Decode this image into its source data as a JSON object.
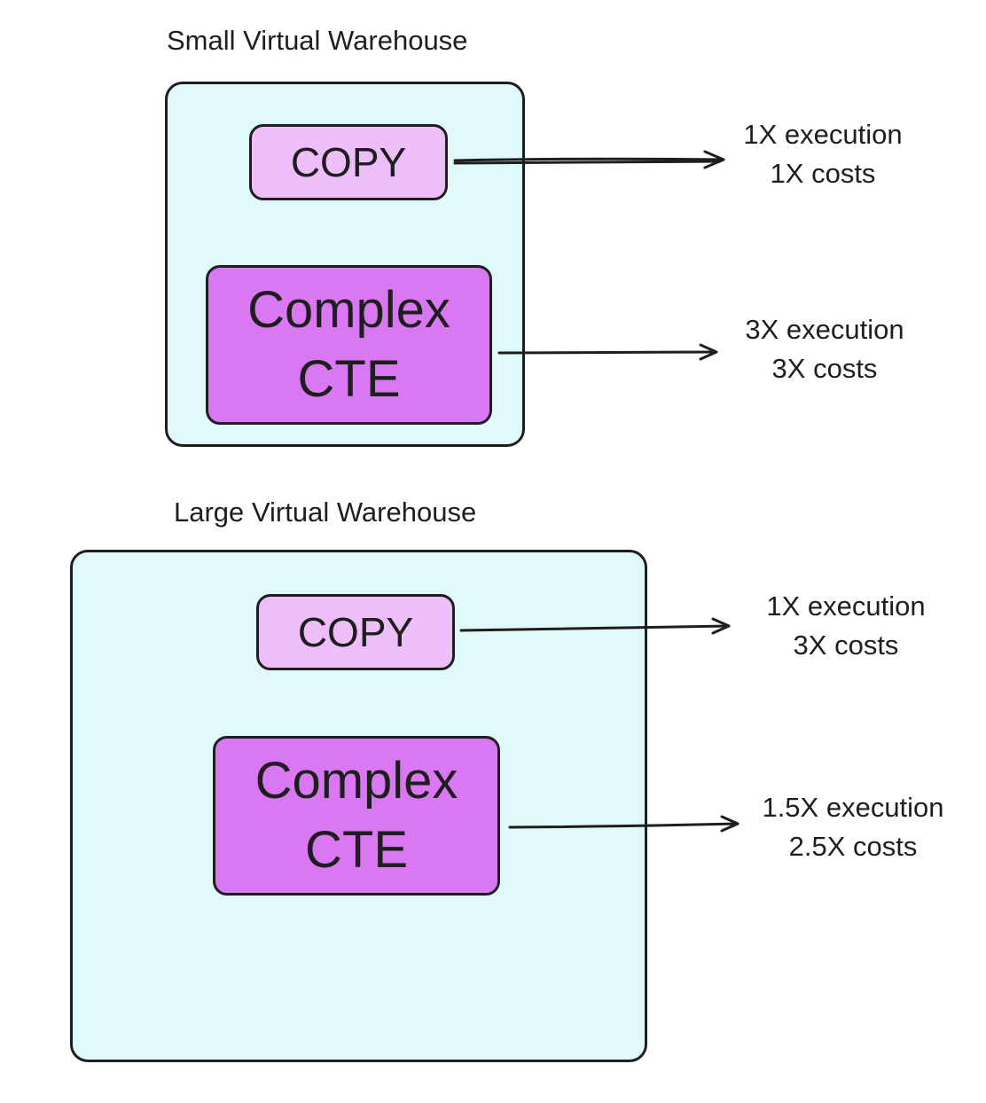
{
  "small": {
    "title": "Small Virtual Warehouse",
    "copy_label": "COPY",
    "cte_line1": "Complex",
    "cte_line2": "CTE",
    "copy_result": {
      "execution": "1X execution",
      "costs": "1X costs"
    },
    "cte_result": {
      "execution": "3X execution",
      "costs": "3X costs"
    }
  },
  "large": {
    "title": "Large Virtual Warehouse",
    "copy_label": "COPY",
    "cte_line1": "Complex",
    "cte_line2": "CTE",
    "copy_result": {
      "execution": "1X execution",
      "costs": "3X costs"
    },
    "cte_result": {
      "execution": "1.5X execution",
      "costs": "2.5X costs"
    }
  },
  "colors": {
    "warehouse_fill": "#e0f9fb",
    "copy_fill": "#eebefa",
    "cte_fill": "#da77f2",
    "stroke": "#1e1e1e"
  }
}
